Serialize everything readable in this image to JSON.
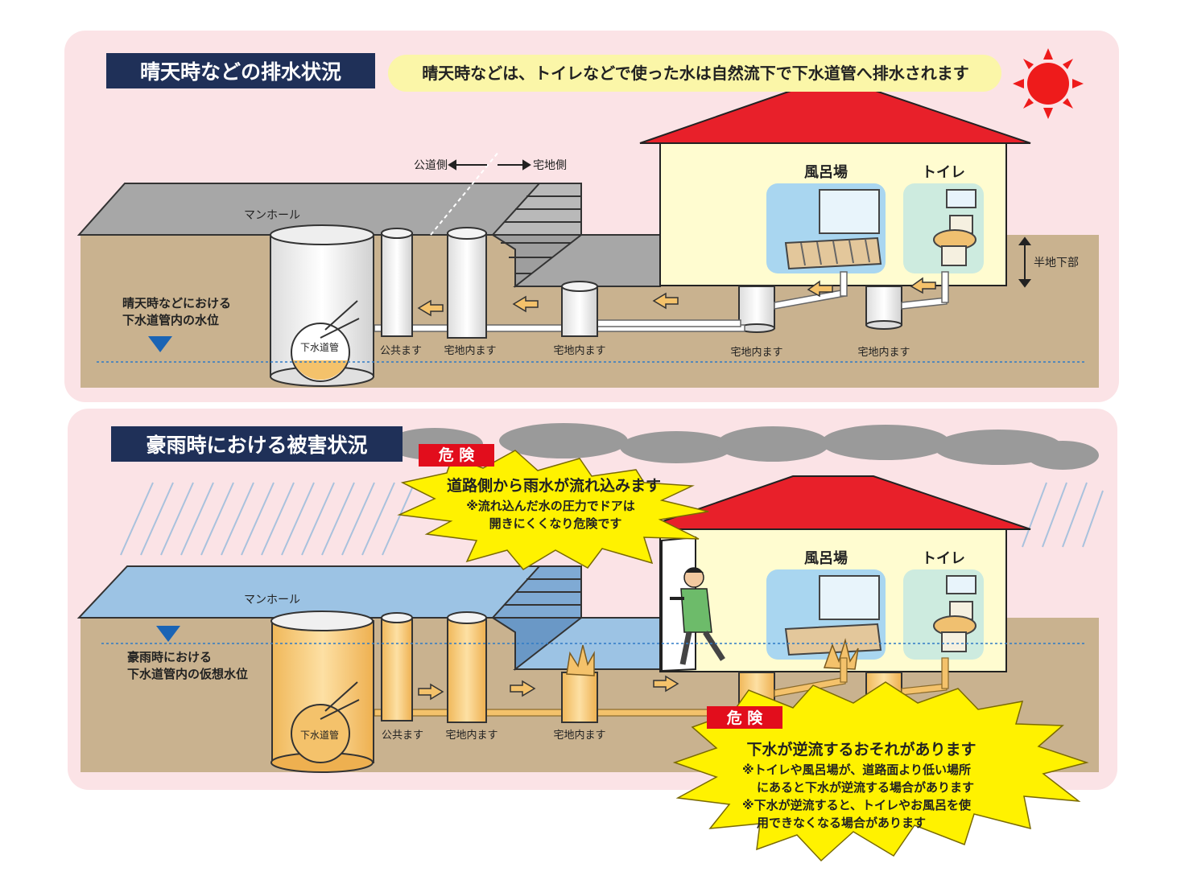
{
  "top": {
    "title": "晴天時などの排水状況",
    "caption": "晴天時などは、トイレなどで使った水は自然流下で下水道管へ排水されます",
    "public_side": "公道側",
    "private_side": "宅地側",
    "manhole": "マンホール",
    "bath": "風呂場",
    "toilet": "トイレ",
    "semi_basement": "半地下部",
    "water_level_line1": "晴天時などにおける",
    "water_level_line2": "下水道管内の水位",
    "sewer_pipe": "下水道管",
    "public_basin": "公共ます",
    "private_basin": "宅地内ます"
  },
  "bottom": {
    "title": "豪雨時における被害状況",
    "manhole": "マンホール",
    "bath": "風呂場",
    "toilet": "トイレ",
    "water_level_line1": "豪雨時における",
    "water_level_line2": "下水道管内の仮想水位",
    "sewer_pipe": "下水道管",
    "public_basin": "公共ます",
    "private_basin": "宅地内ます",
    "danger1": {
      "tag": "危 険",
      "headline": "道路側から雨水が流れ込みます",
      "note_line1": "※流れ込んだ水の圧力でドアは",
      "note_line2": "開きにくくなり危険です"
    },
    "danger2": {
      "tag": "危 険",
      "headline": "下水が逆流するおそれがあります",
      "note1_line1": "※トイレや風呂場が、道路面より低い場所",
      "note1_line2": "にあると下水が逆流する場合があります",
      "note2_line1": "※下水が逆流すると、トイレやお風呂を使",
      "note2_line2": "用できなくなる場合があります"
    }
  },
  "colors": {
    "panel_bg": "#fbe3e6",
    "title_bg": "#1f3058",
    "caption_bg": "#fbf6a8",
    "ground": "#c9b28f",
    "road_gray": "#a7a7a7",
    "flood_blue": "#9cc3e4",
    "roof_red": "#e8202a",
    "house_wall": "#fffcd0",
    "sewage": "#f4c26b",
    "burst_yellow": "#fff200",
    "danger_red": "#e20d1c",
    "sun": "#ee1b1b"
  }
}
